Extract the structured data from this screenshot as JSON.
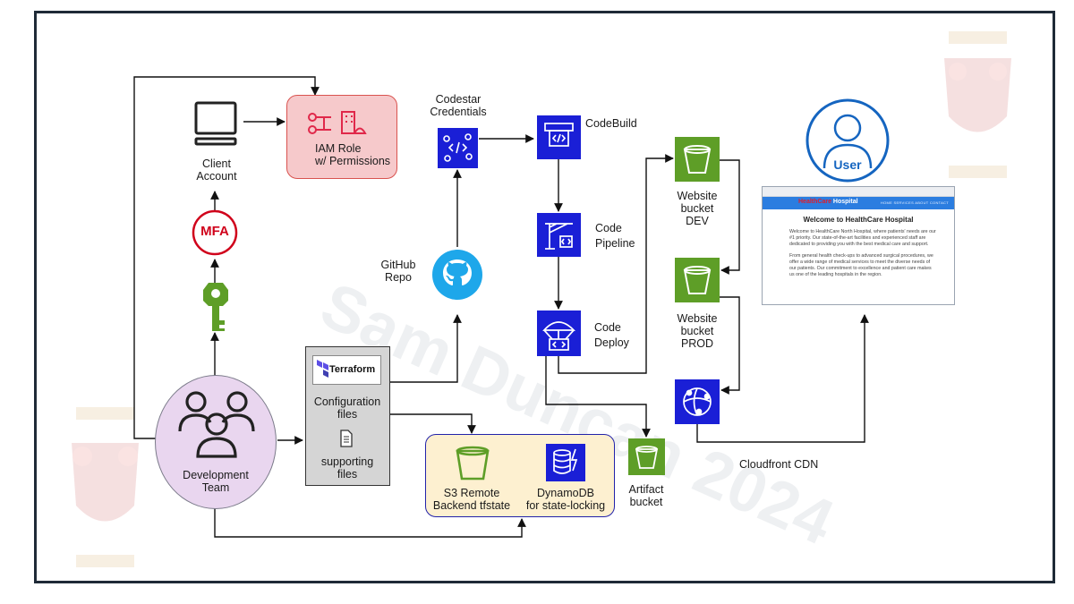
{
  "diagram": {
    "watermark": "Sam Duncan 2024",
    "nodes": {
      "client_account": "Client\nAccount",
      "iam_role": "IAM Role\nw/ Permissions",
      "mfa": "MFA",
      "development_team": "Development\nTeam",
      "terraform_logo": "Terraform",
      "configuration_files": "Configuration\nfiles",
      "supporting_files": "supporting\nfiles",
      "codestar": "Codestar\nCredentials",
      "github_repo": "GitHub\nRepo",
      "s3_backend": "S3 Remote\nBackend tfstate",
      "dynamodb": "DynamoDB\nfor state-locking",
      "codebuild": "CodeBuild",
      "code_pipeline": "Code\nPipeline",
      "code_deploy": "Code\nDeploy",
      "artifact_bucket": "Artifact\nbucket",
      "website_dev": "Website\nbucket\nDEV",
      "website_prod": "Website\nbucket\nPROD",
      "cloudfront": "Cloudfront CDN",
      "user": "User"
    },
    "website_preview": {
      "brand_red": "HealthCare",
      "brand_rest": " Hospital",
      "nav_links": "HOME   SERVICES   ABOUT   CONTACT",
      "title": "Welcome to HealthCare Hospital",
      "para1": "Welcome to HealthCare North Hospital, where patients' needs are our #1 priority. Our state-of-the-art facilities and experienced staff are dedicated to providing you with the best medical care and support.",
      "para2": "From general health check-ups to advanced surgical procedures, we offer a wide range of medical services to meet the diverse needs of our patients. Our commitment to excellence and patient care makes us one of the leading hospitals in the region."
    },
    "colors": {
      "aws_blue": "#1a1fd6",
      "aws_green": "#5e9e27",
      "iam_fill": "#f6c9cb",
      "iam_border": "#d9534f",
      "mfa_red": "#d0021b",
      "dev_team_fill": "#e9d6ef",
      "backend_fill": "#fdf0d0",
      "backend_border": "#2222aa",
      "user_blue": "#1565c0",
      "github_blue": "#1ea7ea"
    }
  }
}
